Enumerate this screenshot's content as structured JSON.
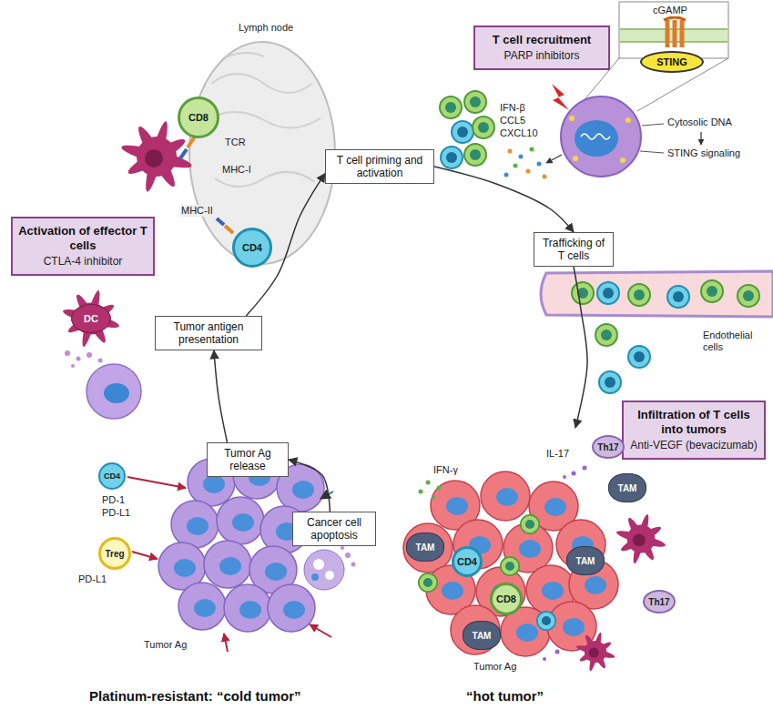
{
  "diagram": {
    "nodes": [
      {
        "text": [
          "Activation of effector T cells",
          "CTLA-4 inhibitor"
        ]
      },
      {
        "text": [
          "CD8"
        ]
      },
      {
        "text": [
          "CD4"
        ]
      },
      {
        "text": [
          "T cell priming and activation"
        ]
      },
      {
        "text": [
          "T cell recruitment",
          "PARP inhibitors"
        ]
      },
      {
        "text": [
          "STING"
        ]
      },
      {
        "text": [
          "Trafficking of T cells"
        ]
      },
      {
        "text": [
          "Tumor antigen presentation"
        ]
      },
      {
        "text": [
          "DC"
        ]
      },
      {
        "text": [
          "Infiltration of T cells into tumors",
          "Anti-VEGF (bevacizumab)"
        ]
      },
      {
        "text": [
          "Tumor Ag release"
        ]
      },
      {
        "text": [
          "Cancer cell apoptosis"
        ]
      },
      {
        "text": [
          "CD4"
        ]
      },
      {
        "text": [
          "Treg"
        ]
      },
      {
        "text": [
          "Th17"
        ]
      },
      {
        "text": [
          "TAM"
        ]
      },
      {
        "text": [
          "TAM"
        ]
      },
      {
        "text": [
          "TAM"
        ]
      },
      {
        "text": [
          "CD4"
        ]
      },
      {
        "text": [
          "CD8"
        ]
      },
      {
        "text": [
          "Th17"
        ]
      },
      {
        "text": [
          "TAM"
        ]
      }
    ],
    "edges": [
      {
        "from": 11,
        "to": 10,
        "arrow": "to"
      },
      {
        "from": 10,
        "to": 7,
        "arrow": "to"
      },
      {
        "from": 7,
        "to": 3,
        "arrow": "to"
      },
      {
        "from": 3,
        "to": 6,
        "arrow": "to"
      }
    ],
    "labels": [
      "Lymph node",
      "TCR",
      "MHC-I",
      "MHC-II",
      "cGAMP",
      "Cytosolic DNA",
      "STING signaling",
      "IFN-β",
      "CCL5",
      "CXCL10",
      "Endothelial cells",
      "IFN-γ",
      "IL-17",
      "PD-1",
      "PD-L1",
      "PD-L1",
      "Tumor Ag",
      "Tumor Ag",
      "Platinum-resistant: “cold tumor”",
      "“hot tumor”"
    ]
  }
}
